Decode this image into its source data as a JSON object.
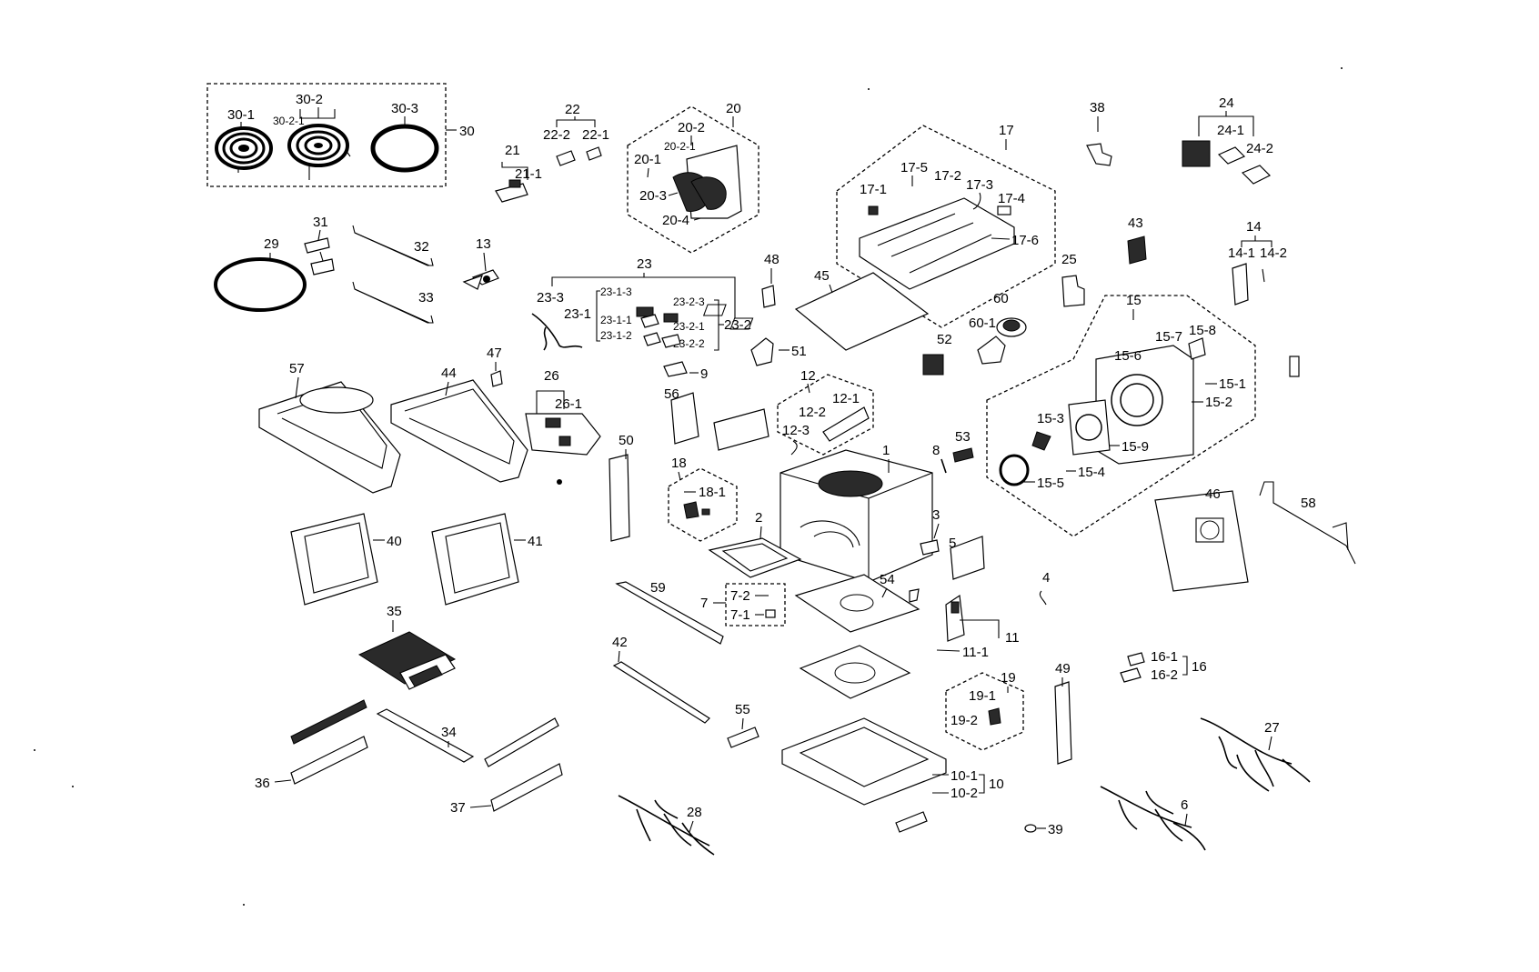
{
  "labels": {
    "p1": "1",
    "p2": "2",
    "p3": "3",
    "p4": "4",
    "p5": "5",
    "p6": "6",
    "p7": "7",
    "p7_1": "7-1",
    "p7_2": "7-2",
    "p8": "8",
    "p9": "9",
    "p10": "10",
    "p10_1": "10-1",
    "p10_2": "10-2",
    "p11": "11",
    "p11_1": "11-1",
    "p12": "12",
    "p12_1": "12-1",
    "p12_2": "12-2",
    "p12_3": "12-3",
    "p13": "13",
    "p14": "14",
    "p14_1": "14-1",
    "p14_2": "14-2",
    "p15": "15",
    "p15_1": "15-1",
    "p15_2": "15-2",
    "p15_3": "15-3",
    "p15_4": "15-4",
    "p15_5": "15-5",
    "p15_6": "15-6",
    "p15_7": "15-7",
    "p15_8": "15-8",
    "p15_9": "15-9",
    "p16": "16",
    "p16_1": "16-1",
    "p16_2": "16-2",
    "p17": "17",
    "p17_1": "17-1",
    "p17_2": "17-2",
    "p17_3": "17-3",
    "p17_4": "17-4",
    "p17_5": "17-5",
    "p17_6": "17-6",
    "p18": "18",
    "p18_1": "18-1",
    "p19": "19",
    "p19_1": "19-1",
    "p19_2": "19-2",
    "p20": "20",
    "p20_1": "20-1",
    "p20_2": "20-2",
    "p20_2_1": "20-2-1",
    "p20_3": "20-3",
    "p20_4": "20-4",
    "p21": "21",
    "p21_1": "21-1",
    "p22": "22",
    "p22_1": "22-1",
    "p22_2": "22-2",
    "p23": "23",
    "p23_1": "23-1",
    "p23_1_1": "23-1-1",
    "p23_1_2": "23-1-2",
    "p23_1_3": "23-1-3",
    "p23_2": "23-2",
    "p23_2_1": "23-2-1",
    "p23_2_2": "23-2-2",
    "p23_2_3": "23-2-3",
    "p23_3": "23-3",
    "p24": "24",
    "p24_1": "24-1",
    "p24_2": "24-2",
    "p25": "25",
    "p26": "26",
    "p26_1": "26-1",
    "p27": "27",
    "p28": "28",
    "p29": "29",
    "p30": "30",
    "p30_1": "30-1",
    "p30_2": "30-2",
    "p30_2_1": "30-2-1",
    "p30_3": "30-3",
    "p31": "31",
    "p32": "32",
    "p33": "33",
    "p34": "34",
    "p35": "35",
    "p36": "36",
    "p37": "37",
    "p38": "38",
    "p39": "39",
    "p40": "40",
    "p41": "41",
    "p42": "42",
    "p43": "43",
    "p44": "44",
    "p45": "45",
    "p46": "46",
    "p47": "47",
    "p48": "48",
    "p49": "49",
    "p50": "50",
    "p51": "51",
    "p52": "52",
    "p53": "53",
    "p54": "54",
    "p55": "55",
    "p56": "56",
    "p57": "57",
    "p58": "58",
    "p59": "59",
    "p60": "60",
    "p60_1": "60-1"
  }
}
